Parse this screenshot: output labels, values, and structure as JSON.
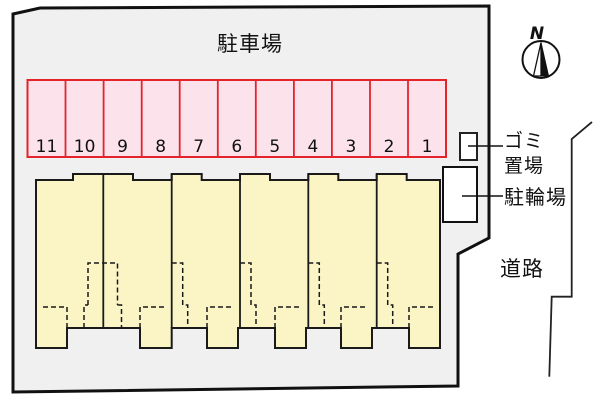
{
  "site_plan": {
    "parking_label": "駐車場",
    "parking_spaces": [
      "11",
      "10",
      "9",
      "8",
      "7",
      "6",
      "5",
      "4",
      "3",
      "2",
      "1"
    ],
    "garbage_label_line1": "ゴミ",
    "garbage_label_line2": "置場",
    "bicycle_label": "駐輪場",
    "road_label": "道路",
    "compass_north": "N",
    "counts": {
      "parking_spaces": 11,
      "building_units": 6
    },
    "colors": {
      "site_fill": "#f0f0f0",
      "site_border": "#111111",
      "parking_fill": "#fbe2eb",
      "parking_border": "#e5232b",
      "building_fill": "#fbf5c6",
      "building_outline": "#1a1a1a"
    }
  }
}
